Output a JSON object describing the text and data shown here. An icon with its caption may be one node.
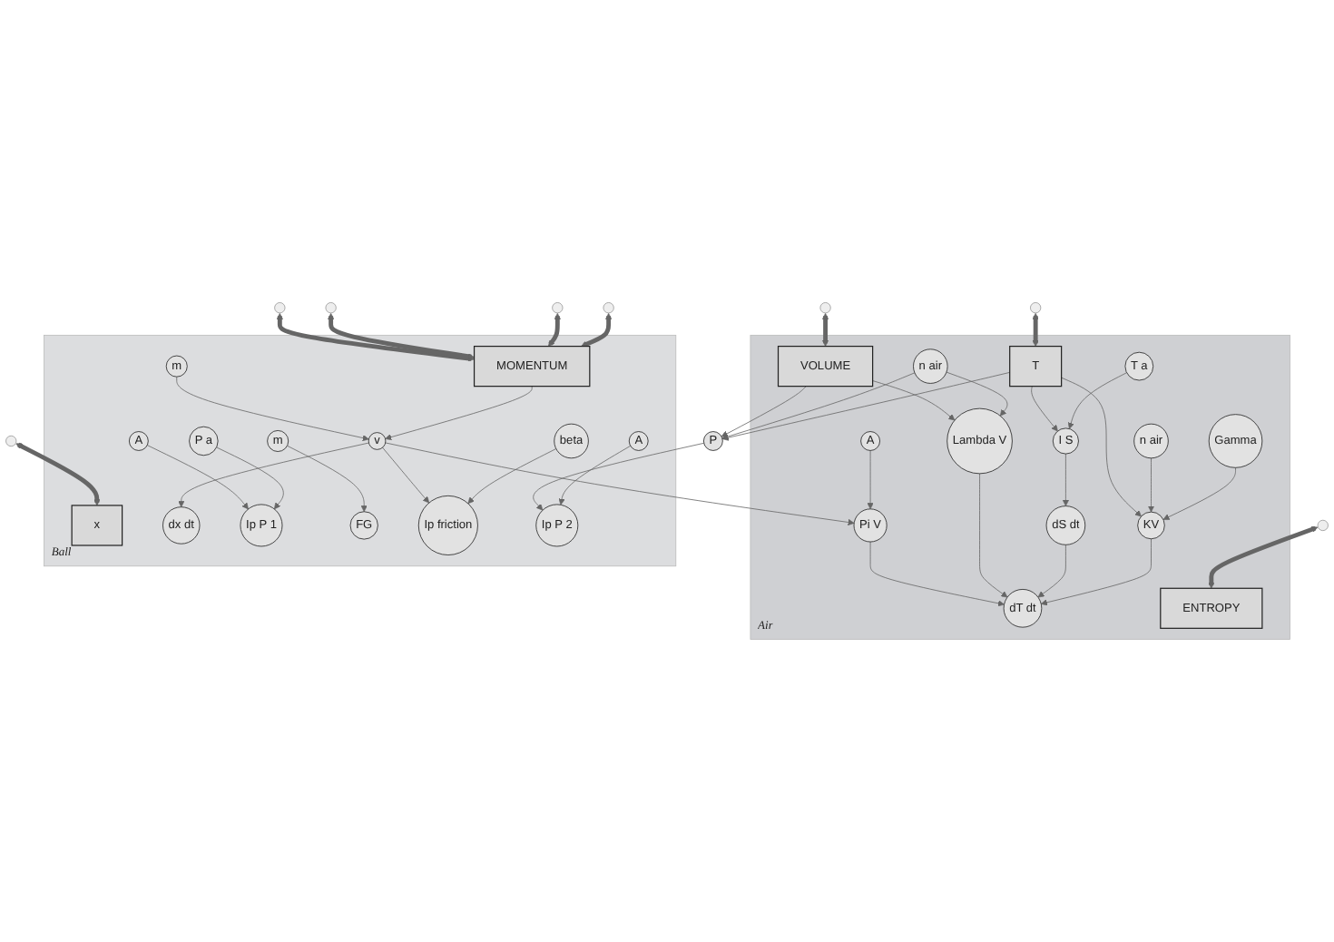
{
  "diagram": {
    "nodes": [
      {
        "text": [
          "Ball"
        ]
      },
      {
        "text": [
          "Air"
        ]
      },
      {
        "text": [
          "A"
        ],
        "in": 1
      },
      {
        "text": [
          "Pi V"
        ],
        "in": 1
      },
      {
        "text": [
          "VOLUME"
        ],
        "in": 1
      },
      {
        "text": [
          "n air"
        ],
        "in": 1
      },
      {
        "text": [
          "Lambda V"
        ],
        "in": 1
      },
      {
        "text": [
          "T"
        ],
        "in": 1
      },
      {
        "text": [
          "dT dt"
        ],
        "in": 1
      },
      {
        "text": [
          "dS dt"
        ],
        "in": 1
      },
      {
        "text": [
          "ENTROPY"
        ],
        "in": 1
      },
      {
        "text": [
          "I S"
        ],
        "in": 1
      },
      {
        "text": [
          "KV"
        ],
        "in": 1
      },
      {
        "text": [
          "n air"
        ],
        "in": 1
      },
      {
        "text": [
          "Gamma"
        ],
        "in": 1
      },
      {
        "text": [
          "T a"
        ],
        "in": 1
      },
      {
        "text": [
          "P"
        ]
      },
      {
        "text": [
          "x"
        ],
        "in": 0
      },
      {
        "text": [
          "dx dt"
        ],
        "in": 0
      },
      {
        "text": [
          "m"
        ],
        "in": 0
      },
      {
        "text": [
          "v"
        ],
        "in": 0
      },
      {
        "text": [
          "MOMENTUM"
        ],
        "in": 0
      },
      {
        "text": [
          "A"
        ],
        "in": 0
      },
      {
        "text": [
          "P a"
        ],
        "in": 0
      },
      {
        "text": [
          "Ip P 1"
        ],
        "in": 0
      },
      {
        "text": [
          "FG"
        ],
        "in": 0
      },
      {
        "text": [
          "m"
        ],
        "in": 0
      },
      {
        "text": [
          "Ip friction"
        ],
        "in": 0
      },
      {
        "text": [
          "beta"
        ],
        "in": 0
      },
      {
        "text": [
          "Ip P 2"
        ],
        "in": 0
      },
      {
        "text": [
          "A"
        ],
        "in": 0
      }
    ],
    "edges": [
      {
        "from": null,
        "to": 4,
        "arrow": "both",
        "style": "thick"
      },
      {
        "from": null,
        "to": 7,
        "arrow": "both",
        "style": "thick"
      },
      {
        "from": null,
        "to": 10,
        "arrow": "both",
        "style": "thick"
      },
      {
        "from": null,
        "to": 17,
        "arrow": "both",
        "style": "thick"
      },
      {
        "from": null,
        "to": 21,
        "arrow": "both",
        "style": "thick"
      },
      {
        "from": null,
        "to": 21,
        "arrow": "both",
        "style": "thick"
      },
      {
        "from": null,
        "to": 21,
        "arrow": "both",
        "style": "thick"
      },
      {
        "from": null,
        "to": 21,
        "arrow": "both",
        "style": "thick"
      },
      {
        "from": 2,
        "to": 3,
        "arrow": "to"
      },
      {
        "from": 20,
        "to": 3,
        "arrow": "to"
      },
      {
        "from": 4,
        "to": 6,
        "arrow": "to"
      },
      {
        "from": 4,
        "to": 16,
        "arrow": "to"
      },
      {
        "from": 5,
        "to": 6,
        "arrow": "to"
      },
      {
        "from": 5,
        "to": 16,
        "arrow": "to"
      },
      {
        "from": 7,
        "to": 16,
        "arrow": "to"
      },
      {
        "from": 3,
        "to": 8,
        "arrow": "to"
      },
      {
        "from": 6,
        "to": 8,
        "arrow": "to"
      },
      {
        "from": 9,
        "to": 8,
        "arrow": "to"
      },
      {
        "from": 12,
        "to": 8,
        "arrow": "to"
      },
      {
        "from": 7,
        "to": 12,
        "arrow": "to"
      },
      {
        "from": 7,
        "to": 11,
        "arrow": "to"
      },
      {
        "from": 13,
        "to": 12,
        "arrow": "to"
      },
      {
        "from": 14,
        "to": 12,
        "arrow": "to"
      },
      {
        "from": 11,
        "to": 9,
        "arrow": "to"
      },
      {
        "from": 15,
        "to": 11,
        "arrow": "to"
      },
      {
        "from": 16,
        "to": 29,
        "arrow": "to"
      },
      {
        "from": 20,
        "to": 18,
        "arrow": "to"
      },
      {
        "from": 19,
        "to": 20,
        "arrow": "to"
      },
      {
        "from": 21,
        "to": 20,
        "arrow": "to"
      },
      {
        "from": 20,
        "to": 27,
        "arrow": "to"
      },
      {
        "from": 22,
        "to": 24,
        "arrow": "to"
      },
      {
        "from": 23,
        "to": 24,
        "arrow": "to"
      },
      {
        "from": 26,
        "to": 25,
        "arrow": "to"
      },
      {
        "from": 28,
        "to": 27,
        "arrow": "to"
      },
      {
        "from": 30,
        "to": 29,
        "arrow": "to"
      }
    ]
  }
}
